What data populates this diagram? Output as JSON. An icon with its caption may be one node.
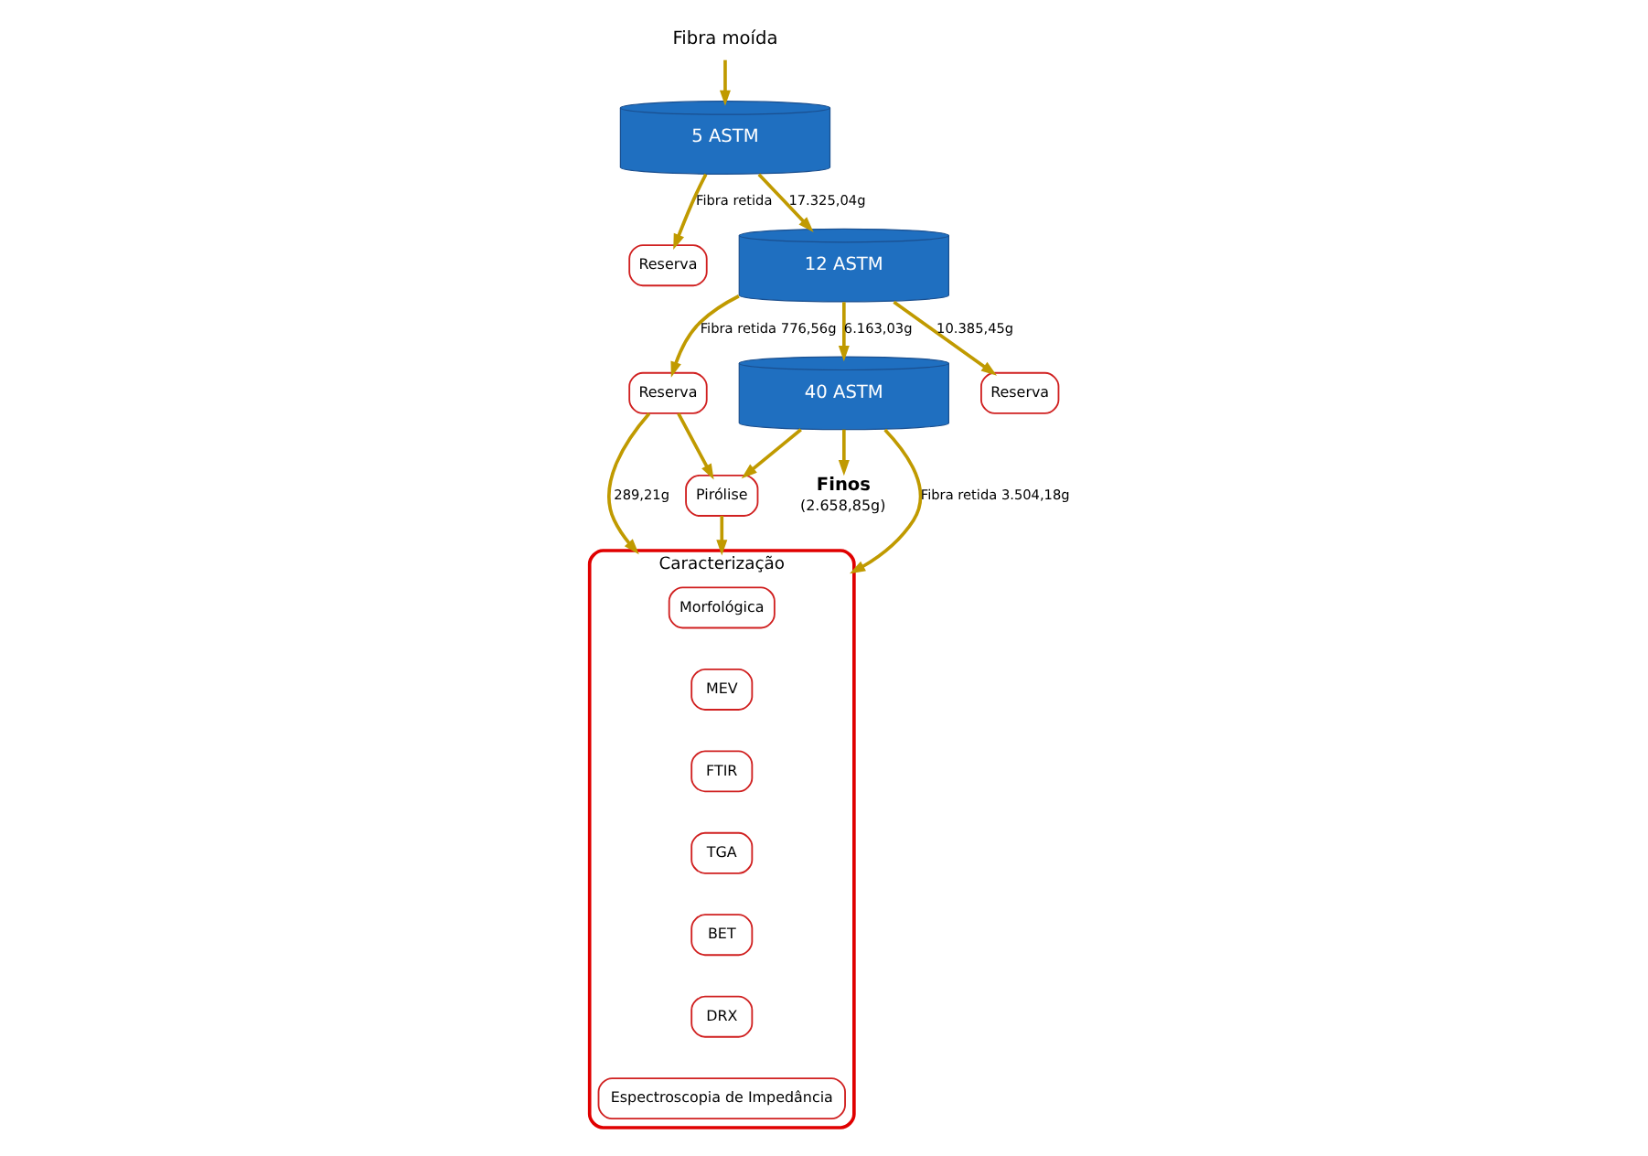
{
  "diagram": {
    "nodes": [
      {
        "text": [
          "Fibra moída"
        ]
      },
      {
        "text": [
          "5 ASTM"
        ]
      },
      {
        "text": [
          "Reserva"
        ]
      },
      {
        "text": [
          "12 ASTM"
        ]
      },
      {
        "text": [
          "Reserva"
        ]
      },
      {
        "text": [
          "Reserva"
        ]
      },
      {
        "text": [
          "40 ASTM"
        ]
      },
      {
        "text": [
          "Finos"
        ],
        "beside": [
          "(2.658,85g)"
        ]
      },
      {
        "text": [
          "Pirólise"
        ]
      },
      {
        "text": [
          "Caracterização"
        ]
      },
      {
        "text": [
          "Morfológica"
        ],
        "in": 9
      },
      {
        "text": [
          "MEV"
        ],
        "in": 9
      },
      {
        "text": [
          "FTIR"
        ],
        "in": 9
      },
      {
        "text": [
          "TGA"
        ],
        "in": 9
      },
      {
        "text": [
          "BET"
        ],
        "in": 9
      },
      {
        "text": [
          "DRX"
        ],
        "in": 9
      },
      {
        "text": [
          "Espectroscopia de Impedância"
        ],
        "in": 9
      }
    ],
    "edges": [
      {
        "from": 0,
        "to": 1,
        "arrow": "to"
      },
      {
        "from": 1,
        "to": 2,
        "arrow": "to",
        "label": "Fibra retida"
      },
      {
        "from": 1,
        "to": 3,
        "arrow": "to",
        "label": "17.325,04g"
      },
      {
        "from": 3,
        "to": 4,
        "arrow": "to",
        "label": "Fibra retida 776,56g"
      },
      {
        "from": 3,
        "to": 5,
        "arrow": "to",
        "label": "10.385,45g"
      },
      {
        "from": 3,
        "to": 6,
        "arrow": "to",
        "label": "6.163,03g"
      },
      {
        "from": 6,
        "to": 7,
        "arrow": "to"
      },
      {
        "from": 4,
        "to": 9,
        "arrow": "to",
        "label": "289,21g"
      },
      {
        "from": 4,
        "to": 8,
        "arrow": "to"
      },
      {
        "from": 6,
        "to": 9,
        "arrow": "to",
        "label": "Fibra retida 3.504,18g"
      },
      {
        "from": 6,
        "to": 8,
        "arrow": "to"
      },
      {
        "from": 8,
        "to": 9,
        "arrow": "to"
      }
    ]
  }
}
